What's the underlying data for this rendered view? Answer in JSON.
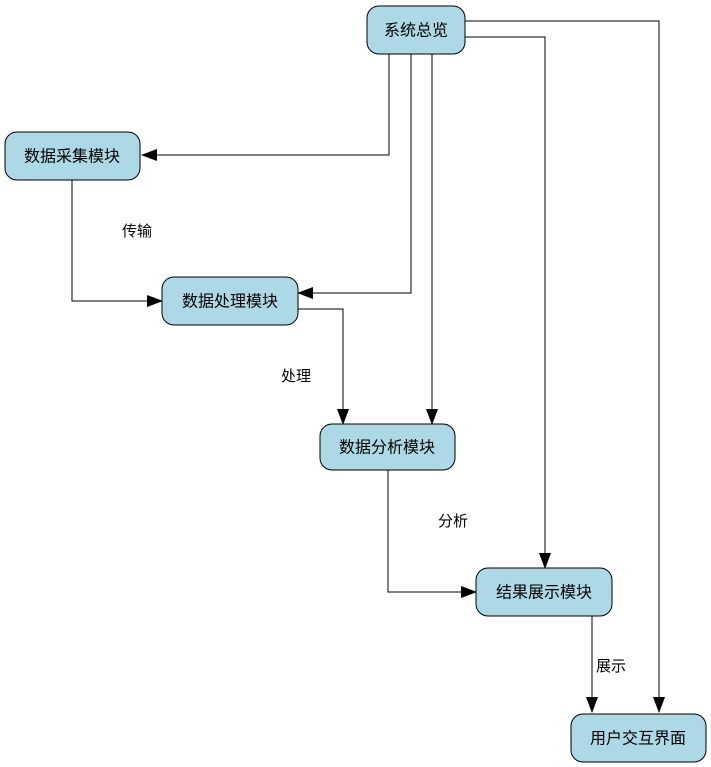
{
  "diagram": {
    "colors": {
      "node_fill": "#add8e6",
      "node_stroke": "#000000",
      "edge": "#000000",
      "background": "#ffffff"
    },
    "nodes": {
      "overview": "系统总览",
      "collect": "数据采集模块",
      "process": "数据处理模块",
      "analyze": "数据分析模块",
      "display": "结果展示模块",
      "ui": "用户交互界面"
    },
    "edge_labels": {
      "transfer": "传输",
      "handle": "处理",
      "analysis": "分析",
      "show": "展示"
    },
    "edges": [
      {
        "from": "overview",
        "to": "collect",
        "label": ""
      },
      {
        "from": "overview",
        "to": "process",
        "label": ""
      },
      {
        "from": "overview",
        "to": "analyze",
        "label": ""
      },
      {
        "from": "overview",
        "to": "display",
        "label": ""
      },
      {
        "from": "overview",
        "to": "ui",
        "label": ""
      },
      {
        "from": "collect",
        "to": "process",
        "label": "传输"
      },
      {
        "from": "process",
        "to": "analyze",
        "label": "处理"
      },
      {
        "from": "analyze",
        "to": "display",
        "label": "分析"
      },
      {
        "from": "display",
        "to": "ui",
        "label": "展示"
      }
    ]
  }
}
